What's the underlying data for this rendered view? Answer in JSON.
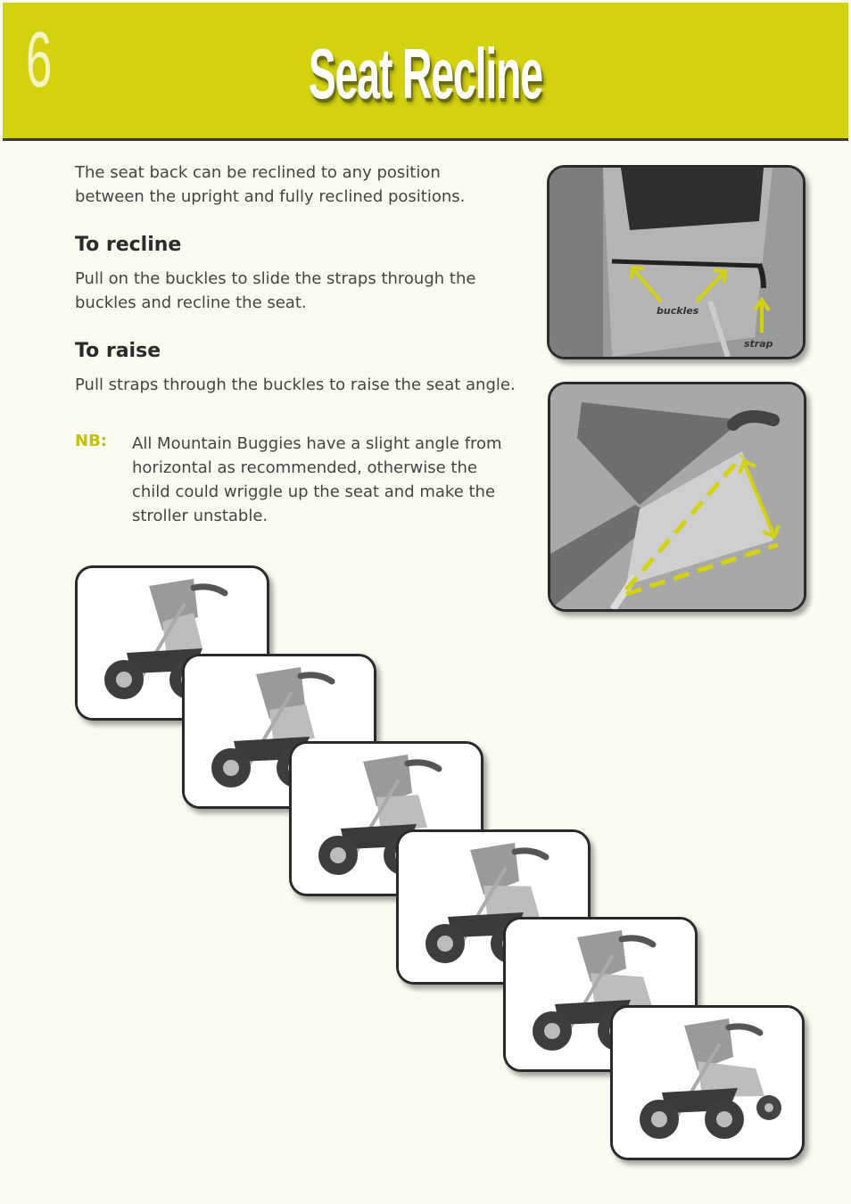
{
  "header": {
    "page_number": "6",
    "title": "Seat Recline"
  },
  "intro": "The seat back can be reclined to any position between the upright and fully reclined positions.",
  "recline": {
    "heading": "To recline",
    "body": "Pull on the buckles to slide the straps through the buckles and recline the seat."
  },
  "raise": {
    "heading": "To raise",
    "body": "Pull straps through the buckles to raise the seat angle."
  },
  "note": {
    "label": "NB:",
    "body": "All Mountain Buggies have a slight angle from horizontal as recommended, otherwise the child could wriggle up the seat and make the stroller unstable."
  },
  "photo_labels": {
    "buckles": "buckles",
    "strap": "strap"
  },
  "colors": {
    "accent": "#d4d20f",
    "note_label": "#c3c10c",
    "arrow": "#d4d20f"
  },
  "recline_sequence": [
    {
      "id": "position-1"
    },
    {
      "id": "position-2"
    },
    {
      "id": "position-3"
    },
    {
      "id": "position-4"
    },
    {
      "id": "position-5"
    },
    {
      "id": "position-6"
    }
  ]
}
